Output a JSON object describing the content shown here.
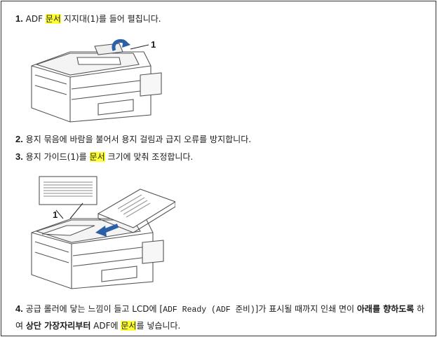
{
  "steps": [
    {
      "num": "1.",
      "pre": "ADF ",
      "hl": "문서",
      "post": " 지지대(1)를 들어 펼칩니다."
    },
    {
      "num": "2.",
      "text": "용지 묶음에 바람을 불어서 용지 걸림과 급지 오류를 방지합니다."
    },
    {
      "num": "3.",
      "pre": "용지 가이드(1)를 ",
      "hl": "문서",
      "post": " 크기에 맞춰 조정합니다."
    },
    {
      "num": "4.",
      "a": "공급 롤러에 닿는 느낌이 들고 LCD에 [",
      "mono": "ADF Ready (ADF 준비)",
      "b": "]가 표시될 때까지 인쇄 면이 ",
      "bold1": "아래를 향하도록",
      "c": " 하여 ",
      "bold2": "상단 가장자리부터",
      "d": " ADF에 ",
      "hl": "문서",
      "e": "를 넣습니다."
    }
  ],
  "figures": {
    "fig1_callout": "1",
    "fig2_callout": "1"
  },
  "colors": {
    "highlight": "#ffff33",
    "arrow": "#2b5fa8",
    "border": "#333333"
  }
}
